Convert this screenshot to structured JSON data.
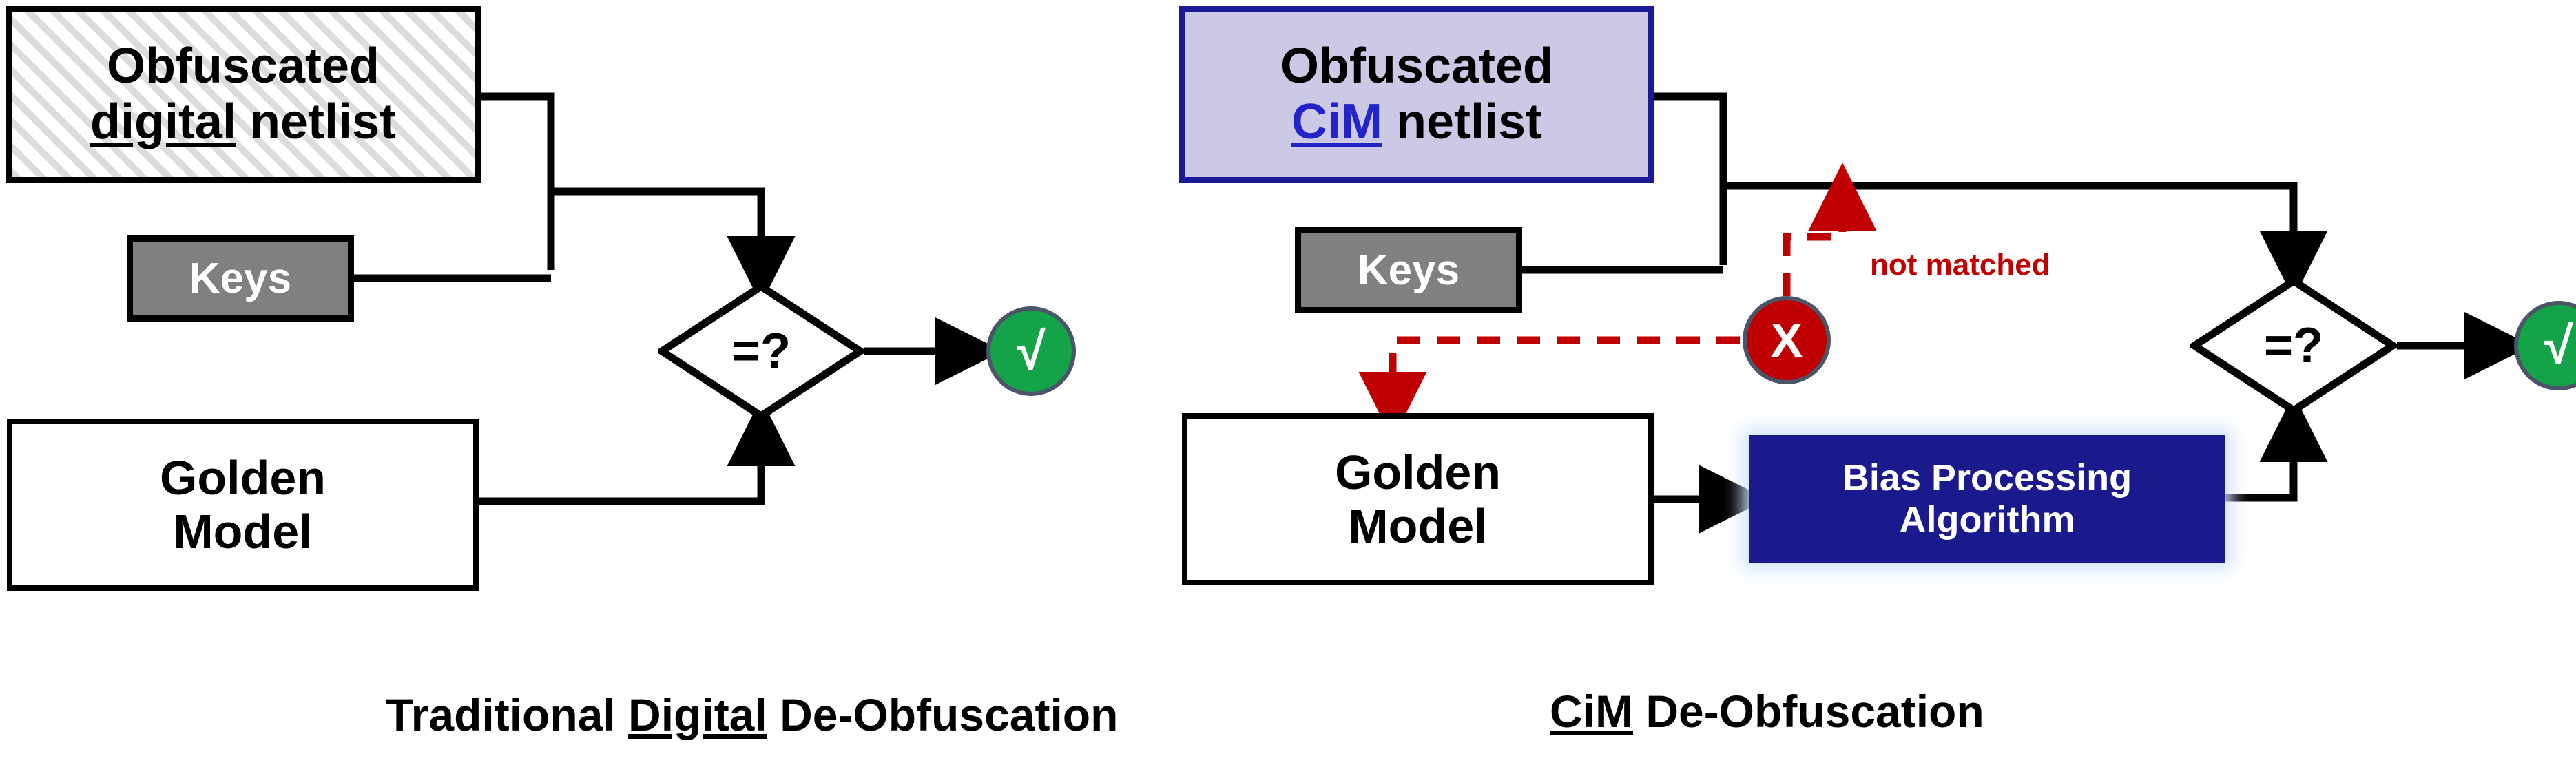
{
  "figure": {
    "title_left": "Traditional Digital De-Obfuscation",
    "title_right": "CiM De-Obfuscation"
  },
  "colors": {
    "hatch_stripe": "#dcdcdc",
    "lavender_fill": "#ccc9e6",
    "navy_border": "#1a1a96",
    "cim_blue_text": "#2323c8",
    "keys_gray": "#808080",
    "bias_navy": "#1a1a8c",
    "bias_glow": "#cfe2fb",
    "pass_green": "#14a349",
    "fail_red": "#c00000",
    "circle_stroke": "#4a5568",
    "wire_black": "#000000",
    "dashed_red": "#c00000"
  },
  "left_panel": {
    "caption_prefix": "Traditional ",
    "caption_underlined": "Digital",
    "caption_suffix": " De-Obfuscation",
    "netlist": {
      "line1": "Obfuscated",
      "line2_underlined": "digital",
      "line2_rest": " netlist"
    },
    "keys_label": "Keys",
    "golden": {
      "line1": "Golden",
      "line2": "Model"
    },
    "compare_label": "=?",
    "result_symbol": "√"
  },
  "right_panel": {
    "caption_underlined": "CiM",
    "caption_suffix": " De-Obfuscation",
    "netlist": {
      "line1": "Obfuscated",
      "line2_underlined": "CiM",
      "line2_rest": " netlist"
    },
    "keys_label": "Keys",
    "golden": {
      "line1": "Golden",
      "line2": "Model"
    },
    "bias": {
      "line1": "Bias Processing",
      "line2": "Algorithm"
    },
    "compare_label": "=?",
    "result_symbol": "√",
    "fail_symbol": "X",
    "not_matched_label": "not matched"
  }
}
